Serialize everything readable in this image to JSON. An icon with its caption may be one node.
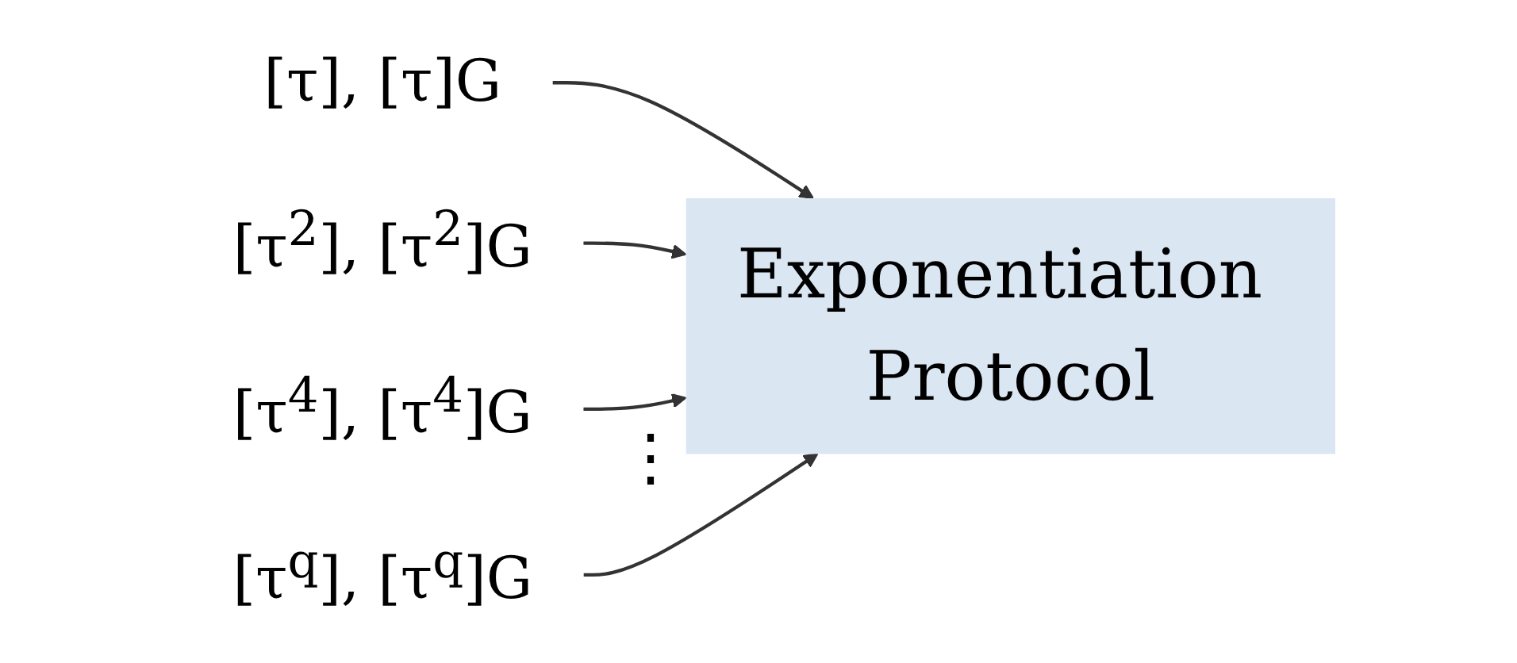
{
  "diagram": {
    "nodes": [
      {
        "text": [
          "[τ], [τ]G"
        ]
      },
      {
        "text": [
          "[τ$^{2}$], [τ$^{2}$]G"
        ]
      },
      {
        "text": [
          "[τ$^{4}$], [τ$^{4}$]G"
        ]
      },
      {
        "text": [
          "[τ$^{q}$], [τ$^{q}$]G"
        ]
      },
      {
        "text": [
          "Exponentiation Protocol"
        ]
      }
    ],
    "edges": [
      {
        "from": 0,
        "to": 4,
        "arrow": "to"
      },
      {
        "from": 1,
        "to": 4,
        "arrow": "to"
      },
      {
        "from": 2,
        "to": 4,
        "arrow": "to"
      },
      {
        "from": 3,
        "to": 4,
        "arrow": "to"
      }
    ],
    "labels": [
      "⋮"
    ]
  }
}
